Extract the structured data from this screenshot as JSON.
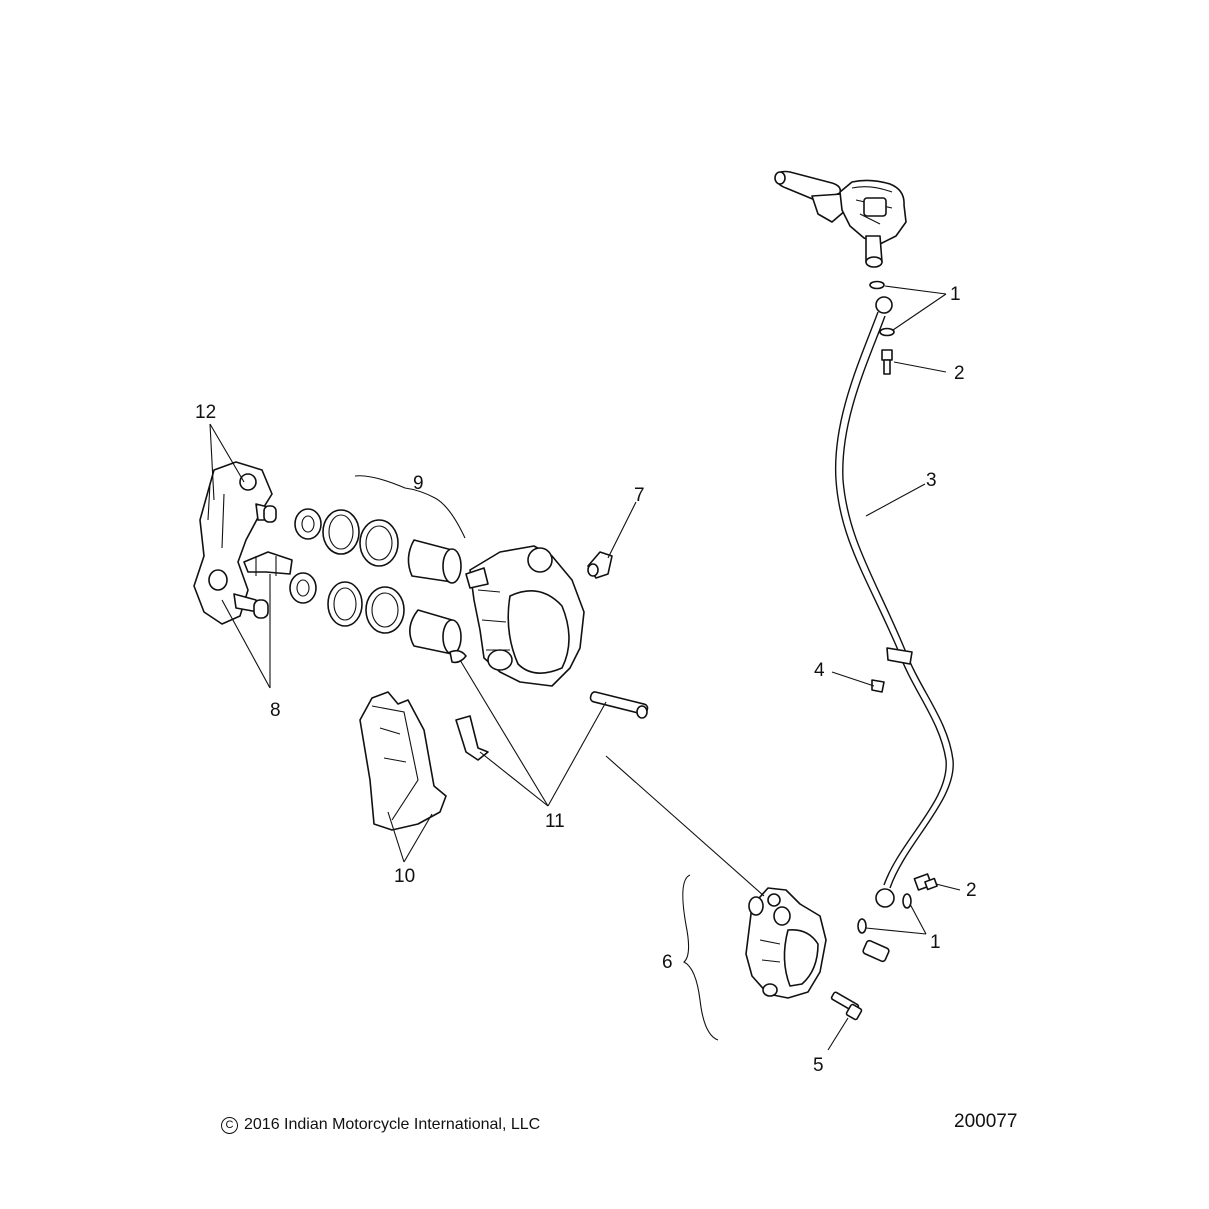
{
  "callouts": {
    "c1_top": "1",
    "c2_top": "2",
    "c3": "3",
    "c4": "4",
    "c5": "5",
    "c6": "6",
    "c7": "7",
    "c8": "8",
    "c9": "9",
    "c10": "10",
    "c11": "11",
    "c12": "12",
    "c2_bottom": "2",
    "c1_bottom": "1"
  },
  "footer": {
    "copyright_symbol": "C",
    "copyright_text": "2016 Indian Motorcycle International, LLC",
    "drawing_number": "200077"
  }
}
